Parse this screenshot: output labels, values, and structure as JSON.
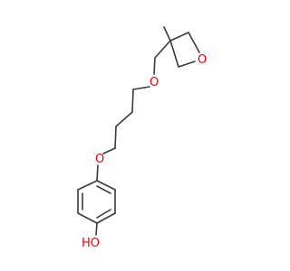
{
  "molecule": {
    "colors": {
      "bond": "#3a3a3a",
      "oxygen": "#e8000b",
      "hydroxyl": "#e8000b",
      "methyl_label": "#3a3a3a"
    },
    "atoms": {
      "oxetane_oxygen": "O",
      "ether_oxygen_top": "O",
      "ether_oxygen_aryl": "O",
      "hydroxyl": "HO"
    }
  }
}
